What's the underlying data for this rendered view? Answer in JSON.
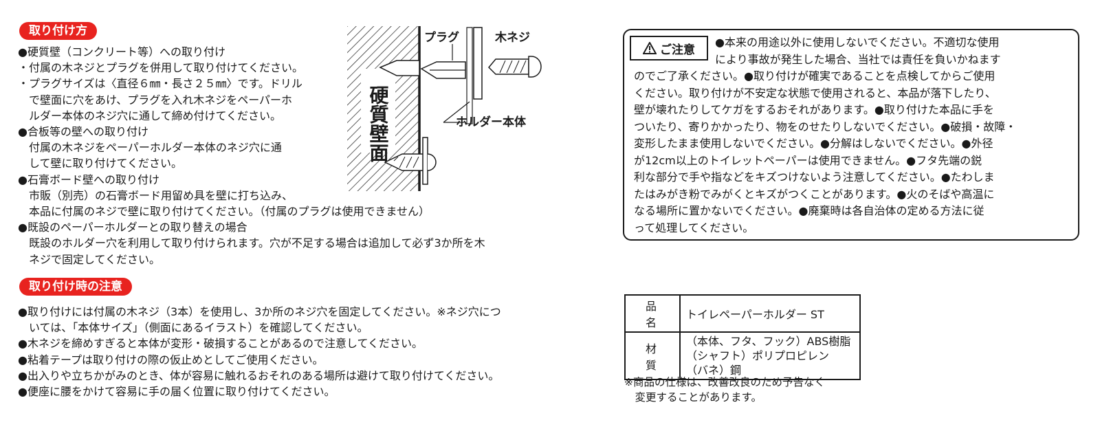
{
  "section1": {
    "title": "取り付け方",
    "lines": [
      "●硬質壁（コンクリート等）への取り付け",
      "・付属の木ネジとプラグを併用して取り付けてください。",
      "・プラグサイズは〈直径６㎜・長さ２５㎜〉です。ドリル",
      "　で壁面に穴をあけ、プラグを入れ木ネジをペーパーホ",
      "　ルダー本体のネジ穴に通して締め付けてください。",
      "●合板等の壁への取り付け",
      "　付属の木ネジをペーパーホルダー本体のネジ穴に通",
      "　して壁に取り付けてください。",
      "●石膏ボード壁への取り付け",
      "　市販（別売）の石膏ボード用留め具を壁に打ち込み、",
      "　本品に付属のネジで壁に取り付けてください。（付属のプラグは使用できません）",
      "●既設のペーパーホルダーとの取り替えの場合",
      "　既設のホルダー穴を利用して取り付けられます。穴が不足する場合は追加して必ず3か所を木",
      "　ネジで固定してください。"
    ]
  },
  "diagram": {
    "wall_label": "硬質壁面",
    "plug_label": "プラグ",
    "screw_label": "木ネジ",
    "holder_label": "ホルダー本体"
  },
  "section2": {
    "title": "取り付け時の注意",
    "lines": [
      "●取り付けには付属の木ネジ（3本）を使用し、3か所のネジ穴を固定してください。※ネジ穴につ",
      "　いては、「本体サイズ」（側面にあるイラスト）を確認してください。",
      "●木ネジを締めすぎると本体が変形・破損することがあるので注意してください。",
      "●粘着テープは取り付けの際の仮止めとしてご使用ください。",
      "●出入りや立ちかがみのとき、体が容易に触れるおそれのある場所は避けて取り付けてください。",
      "●便座に腰をかけて容易に手の届く位置に取り付けてください。"
    ]
  },
  "caution": {
    "title": "ご注意",
    "lines": [
      "●本来の用途以外に使用しないでください。不適切な使用",
      "により事故が発生した場合、当社では責任を負いかねます",
      "のでご了承ください。●取り付けが確実であることを点検してからご使用",
      "ください。取り付けが不安定な状態で使用されると、本品が落下したり、",
      "壁が壊れたりしてケガをするおそれがあります。●取り付けた本品に手を",
      "ついたり、寄りかかったり、物をのせたりしないでください。●破損・故障・",
      "変形したまま使用しないでください。●分解はしないでください。●外径",
      "が12cm以上のトイレットペーパーは使用できません。●フタ先端の鋭",
      "利な部分で手や指などをキズつけないよう注意してください。●たわしま",
      "たはみがき粉でみがくとキズがつくことがあります。●火のそばや高温に",
      "なる場所に置かないでください。●廃棄時は各自治体の定める方法に従",
      "って処理してください。"
    ]
  },
  "spec": {
    "name_label": "品名",
    "name_value": "トイレペーパーホルダー ST",
    "material_label": "材質",
    "material_lines": [
      "（本体、フタ、フック）ABS樹脂",
      "（シャフト）ポリプロピレン",
      "（バネ）鋼"
    ]
  },
  "note": {
    "lines": [
      "※商品の仕様は、改善改良のため予告なく",
      "　変更することがあります。"
    ]
  },
  "colors": {
    "accent": "#e8231f",
    "ink": "#1a1a1a",
    "background": "#ffffff"
  }
}
